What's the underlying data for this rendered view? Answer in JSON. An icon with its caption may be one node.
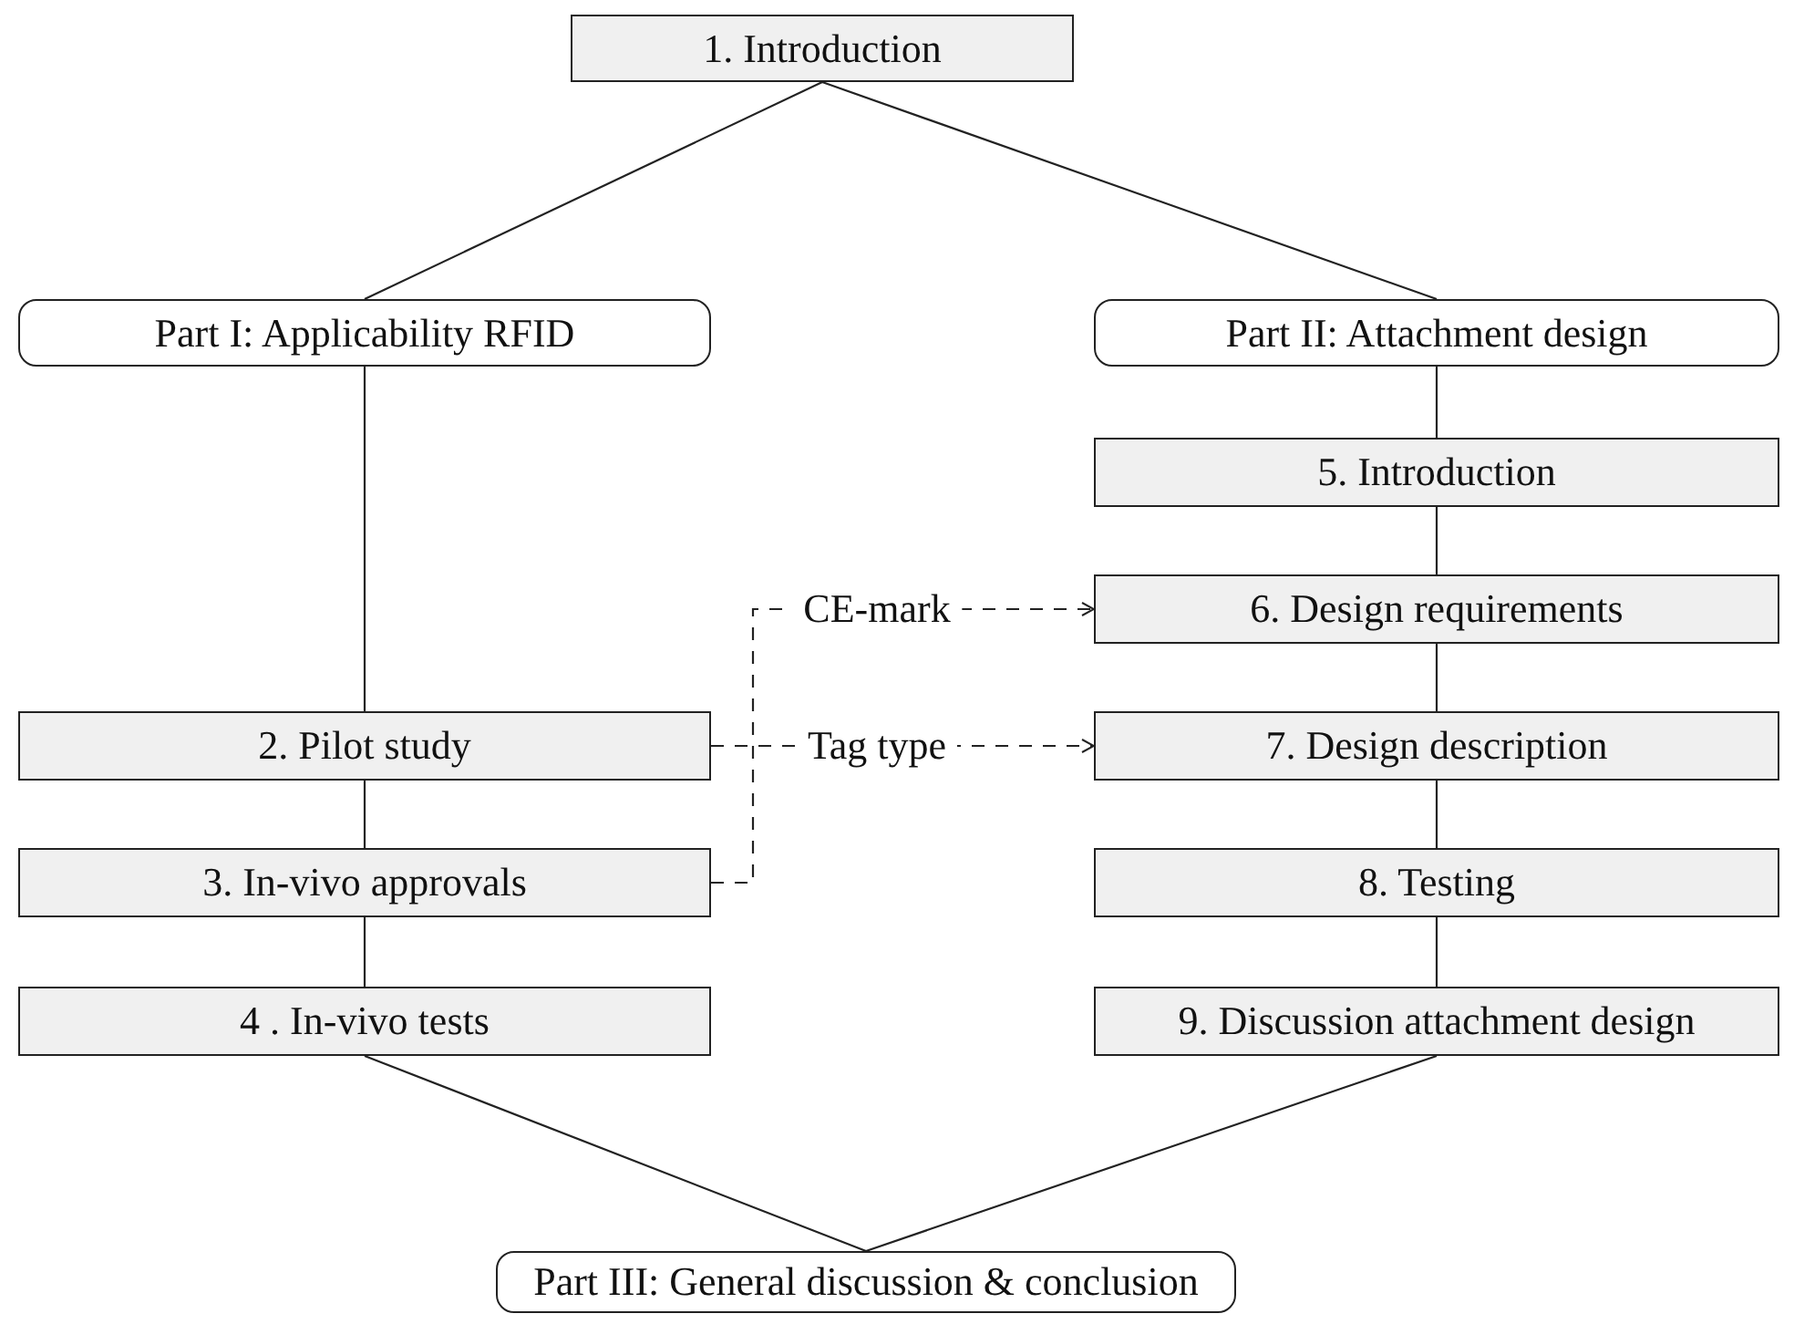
{
  "diagram": {
    "nodes": [
      {
        "text": [
          "1. Introduction"
        ]
      },
      {
        "text": [
          "Part I: Applicability RFID"
        ]
      },
      {
        "text": [
          "Part II: Attachment design"
        ]
      },
      {
        "text": [
          "5. Introduction"
        ]
      },
      {
        "text": [
          "6. Design requirements"
        ]
      },
      {
        "text": [
          "2. Pilot study"
        ]
      },
      {
        "text": [
          "7. Design description"
        ]
      },
      {
        "text": [
          "3. In-vivo approvals"
        ]
      },
      {
        "text": [
          "8. Testing"
        ]
      },
      {
        "text": [
          "4 . In-vivo tests"
        ]
      },
      {
        "text": [
          "9. Discussion attachment design"
        ]
      },
      {
        "text": [
          "Part III: General discussion & conclusion"
        ]
      }
    ],
    "edges": [
      {
        "from": 0,
        "to": 1,
        "arrow": "none"
      },
      {
        "from": 0,
        "to": 2,
        "arrow": "none"
      },
      {
        "from": 1,
        "to": 5,
        "arrow": "none"
      },
      {
        "from": 5,
        "to": 7,
        "arrow": "none"
      },
      {
        "from": 7,
        "to": 9,
        "arrow": "none"
      },
      {
        "from": 2,
        "to": 3,
        "arrow": "none"
      },
      {
        "from": 3,
        "to": 4,
        "arrow": "none"
      },
      {
        "from": 4,
        "to": 6,
        "arrow": "none"
      },
      {
        "from": 6,
        "to": 8,
        "arrow": "none"
      },
      {
        "from": 8,
        "to": 10,
        "arrow": "none"
      },
      {
        "from": 9,
        "to": 11,
        "arrow": "none"
      },
      {
        "from": 10,
        "to": 11,
        "arrow": "none"
      },
      {
        "from": 7,
        "to": 4,
        "arrow": "to",
        "label": "CE-mark",
        "style": "dashed"
      },
      {
        "from": 5,
        "to": 6,
        "arrow": "to",
        "label": "Tag type",
        "style": "dashed"
      }
    ]
  }
}
